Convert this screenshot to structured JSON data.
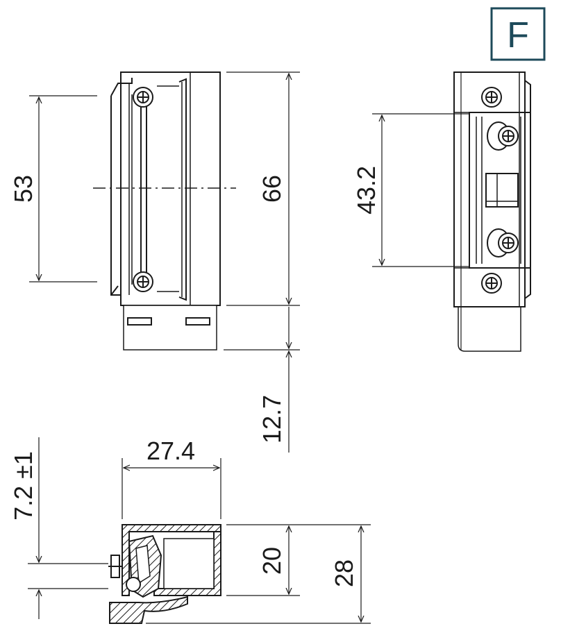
{
  "badge": {
    "letter": "F",
    "color": "#1d4a5a"
  },
  "dimensions": {
    "front_mount_spacing": "53",
    "front_height": "66",
    "side_mount_spacing": "43.2",
    "extension": "12.7",
    "bottom_width": "27.4",
    "bottom_offset": "7.2 ±1",
    "bottom_inner_depth": "20",
    "bottom_total_depth": "28"
  },
  "colors": {
    "line": "#1a1a1a",
    "background": "#ffffff"
  }
}
